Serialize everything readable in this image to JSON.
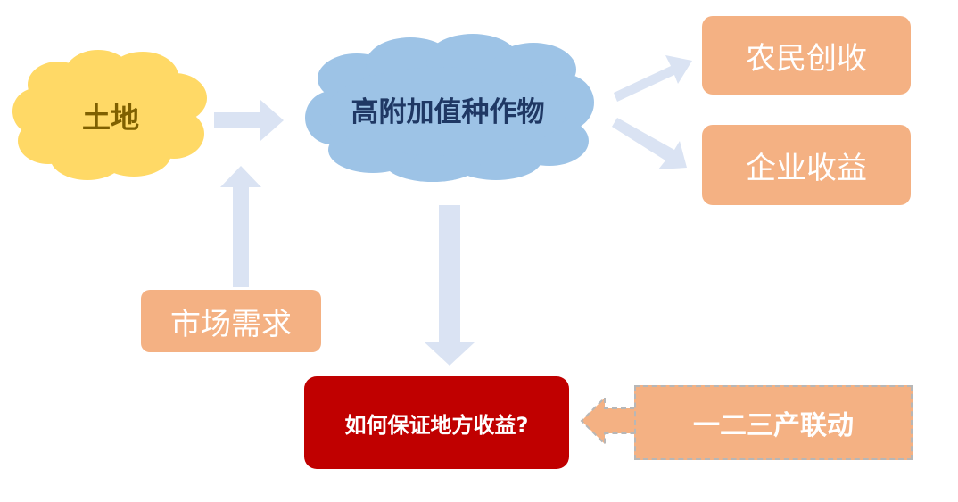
{
  "nodes": {
    "land": "土地",
    "crops": "高附加值种作物",
    "farmer_income": "农民创收",
    "company_income": "企业收益",
    "market_demand": "市场需求",
    "local_income_question": "如何保证地方收益?",
    "industry_linkage": "一二三产联动"
  },
  "colors": {
    "cloud_yellow": "#ffd966",
    "cloud_blue": "#9dc3e6",
    "box_orange": "#f4b183",
    "box_red": "#c00000",
    "arrow": "#dae3f3",
    "arrow_orange": "#f4b183",
    "text_dark_gold": "#7f6000",
    "text_dark_blue": "#1f3864"
  }
}
